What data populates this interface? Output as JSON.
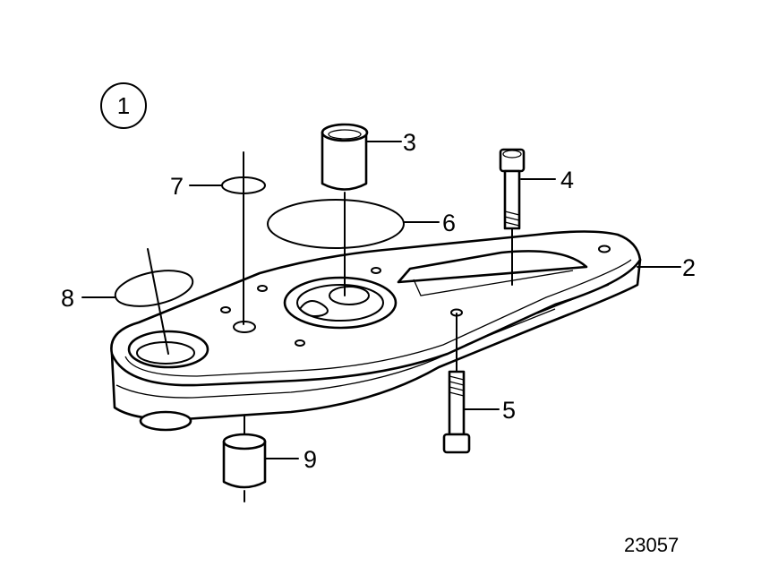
{
  "group_label": "1",
  "reference_number": "23057",
  "callouts": [
    {
      "number": "2",
      "part": "gasket-plate"
    },
    {
      "number": "3",
      "part": "sleeve"
    },
    {
      "number": "4",
      "part": "upper-screw"
    },
    {
      "number": "5",
      "part": "lower-screw"
    },
    {
      "number": "6",
      "part": "large-o-ring"
    },
    {
      "number": "7",
      "part": "small-o-ring"
    },
    {
      "number": "8",
      "part": "medium-o-ring"
    },
    {
      "number": "9",
      "part": "bushing"
    }
  ]
}
